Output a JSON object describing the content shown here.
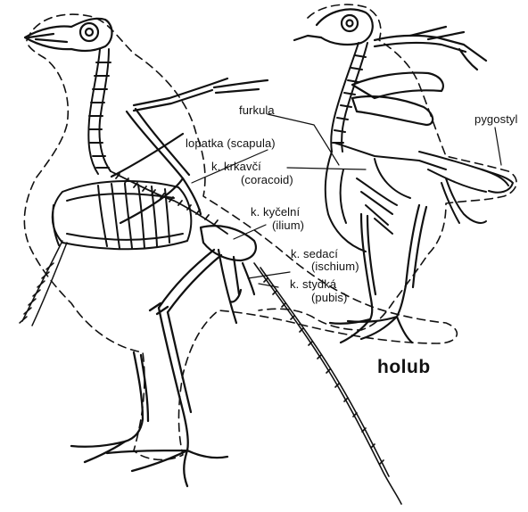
{
  "labels": {
    "furkula": "furkula",
    "lopatka": "lopatka (scapula)",
    "krkavci_1": "k. krkavčí",
    "krkavci_2": "(coracoid)",
    "kycelni_1": "k. kyčelní",
    "kycelni_2": "(ilium)",
    "sedaci_1": "k. sedací",
    "sedaci_2": "(ischium)",
    "stydka_1": "k. stydká",
    "stydka_2": "(pubis)",
    "pygostyl": "pygostyl",
    "holub": "holub"
  },
  "colors": {
    "ink": "#111111",
    "paper": "#ffffff"
  }
}
